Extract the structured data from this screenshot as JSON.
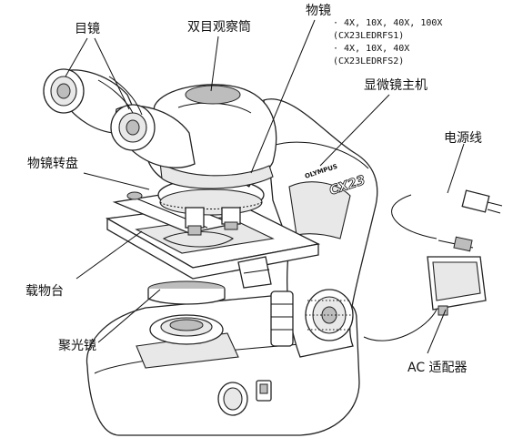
{
  "labels": {
    "eyepiece": "目镜",
    "binocular_tube": "双目观察筒",
    "objective": "物镜",
    "objective_specs": [
      "· 4X, 10X, 40X, 100X",
      "(CX23LEDRFS1)",
      "· 4X, 10X, 40X",
      "(CX23LEDRFS2)"
    ],
    "microscope_body": "显微镜主机",
    "power_cord": "电源线",
    "nosepiece": "物镜转盘",
    "stage": "载物台",
    "condenser": "聚光镜",
    "ac_adapter": "AC 适配器"
  },
  "brand": {
    "logo_text": "OLYMPUS",
    "model_text": "CX23"
  }
}
